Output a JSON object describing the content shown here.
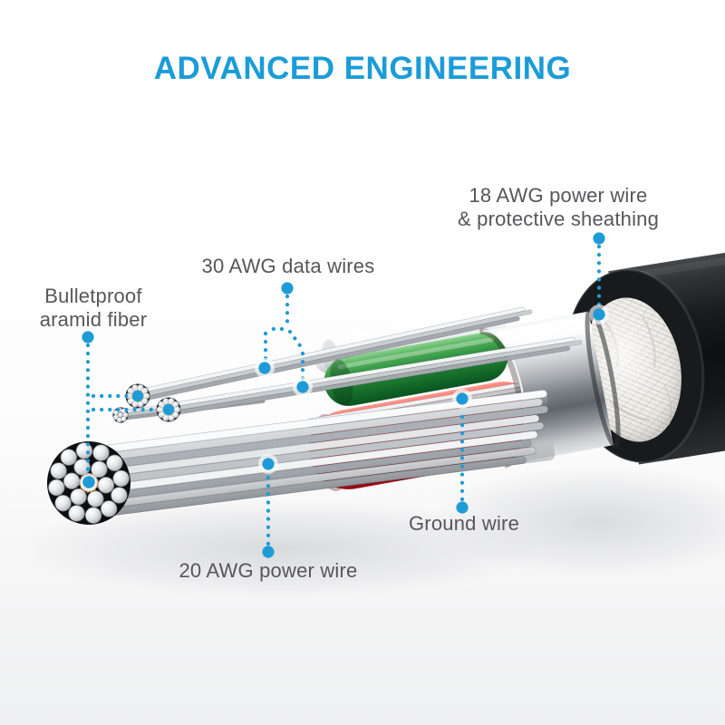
{
  "title": "ADVANCED ENGINEERING",
  "labels": {
    "sheath": {
      "line1": "18 AWG power wire",
      "line2": "& protective sheathing"
    },
    "data_wires": {
      "line1": "30 AWG data wires"
    },
    "aramid": {
      "line1": "Bulletproof",
      "line2": "aramid fiber"
    },
    "ground": {
      "line1": "Ground wire"
    },
    "power20": {
      "line1": "20 AWG power wire"
    }
  },
  "colors": {
    "accent": "#1e9bd6",
    "title_blue": "#1b9cd8",
    "label_gray": "#57575a",
    "wire_green": "#2e8f3a",
    "wire_red": "#e31e2d",
    "jacket_black": "#131417",
    "sheath_white": "#f2f1ec",
    "metal_silver": "#c9cdd1",
    "copper_tan": "#cf9a5e"
  }
}
